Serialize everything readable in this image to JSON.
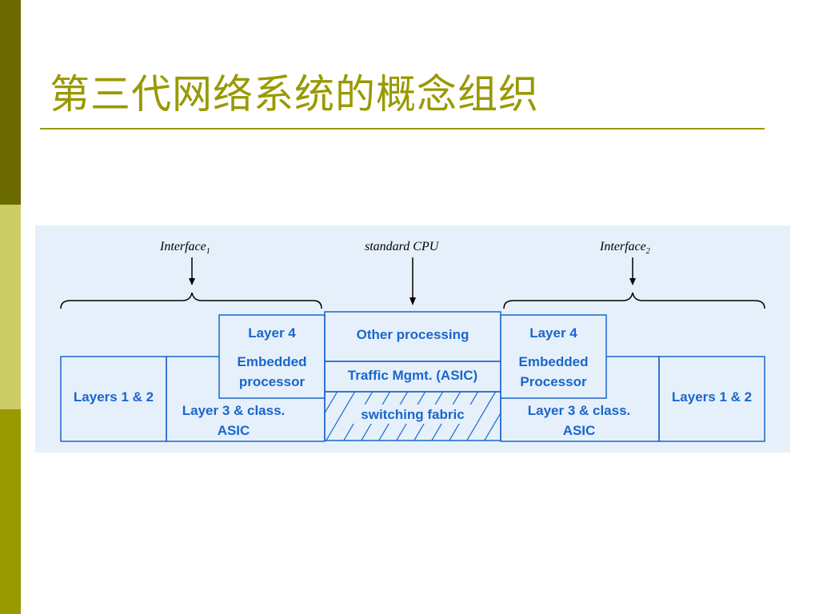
{
  "slide": {
    "title": "第三代网络系统的概念组织"
  },
  "diagram": {
    "callouts": {
      "interface1": {
        "text": "Interface",
        "sub": "1"
      },
      "cpu": {
        "text": "standard CPU"
      },
      "interface2": {
        "text": "Interface",
        "sub": "2"
      }
    },
    "left": {
      "layers12": "Layers 1 & 2",
      "layer3": [
        "Layer 3 & class.",
        "ASIC"
      ],
      "layer4": "Layer 4",
      "embedded": [
        "Embedded",
        "processor"
      ]
    },
    "center": {
      "other": "Other processing",
      "traffic": "Traffic Mgmt. (ASIC)",
      "fabric": "switching fabric"
    },
    "right": {
      "layer4": "Layer 4",
      "embedded": [
        "Embedded",
        "Processor"
      ],
      "layer3": [
        "Layer 3 & class.",
        "ASIC"
      ],
      "layers12": "Layers 1 & 2"
    },
    "colors": {
      "box_stroke": "#1a66cc",
      "box_text": "#1a66cc",
      "hatch": "#1a66cc",
      "background": "#e6f0fb"
    }
  }
}
